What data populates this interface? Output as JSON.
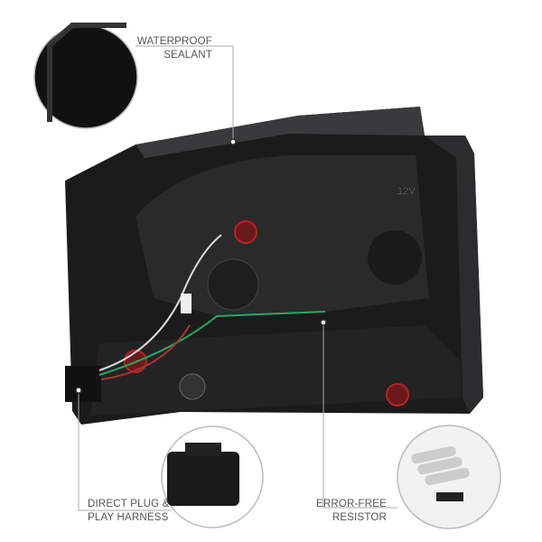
{
  "callouts": {
    "sealant": {
      "line1": "WATERPROOF",
      "line2": "SEALANT"
    },
    "harness": {
      "line1": "DIRECT PLUG &",
      "line2": "PLAY HARNESS"
    },
    "resistor": {
      "line1": "ERROR-FREE",
      "line2": "RESISTOR"
    }
  },
  "product": {
    "marking": "12V"
  }
}
